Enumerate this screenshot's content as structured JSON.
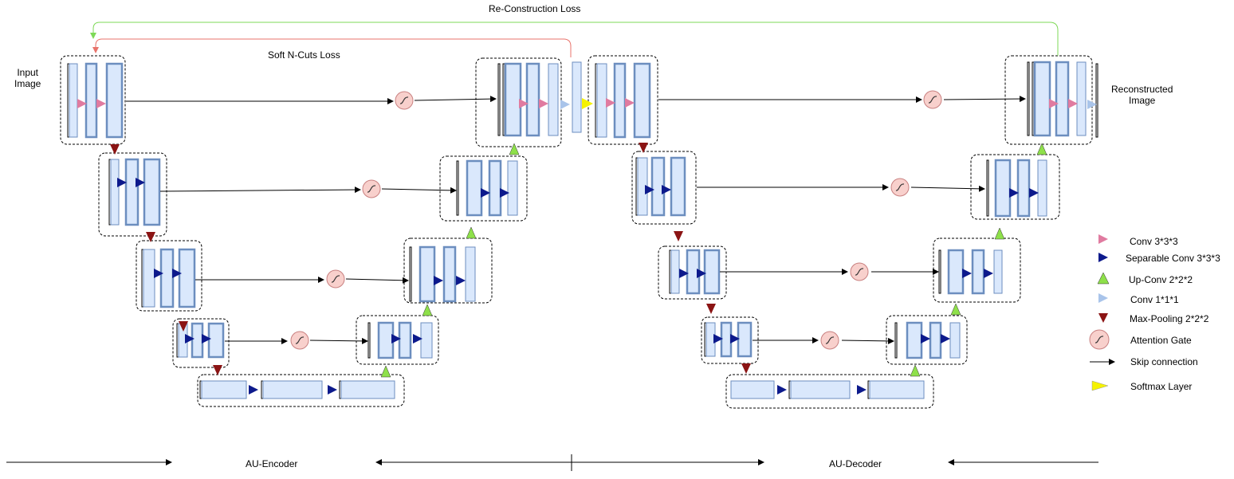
{
  "labels": {
    "reconstruction_loss": "Re-Construction Loss",
    "soft_ncuts_loss": "Soft N-Cuts Loss",
    "input_image_line1": "Input",
    "input_image_line2": "Image",
    "reconstructed_line1": "Reconstructed",
    "reconstructed_line2": "Image",
    "au_encoder": "AU-Encoder",
    "au_decoder": "AU-Decoder"
  },
  "legend": [
    {
      "label": "Conv 3*3*3",
      "marker": "triangle-right",
      "color": "#e07ba0"
    },
    {
      "label": "Separable Conv 3*3*3",
      "marker": "triangle-right",
      "color": "#0d1a8c"
    },
    {
      "label": "Up-Conv 2*2*2",
      "marker": "triangle-up",
      "color": "#8ee04a"
    },
    {
      "label": "Conv 1*1*1",
      "marker": "triangle-right",
      "color": "#a9c4ea"
    },
    {
      "label": "Max-Pooling 2*2*2",
      "marker": "triangle-down",
      "color": "#8b1414"
    },
    {
      "label": "Attention Gate",
      "marker": "circle-sigmoid",
      "color": "#f2c4c4"
    },
    {
      "label": "Skip connection",
      "marker": "arrow",
      "color": "#000000"
    },
    {
      "label": "Softmax Layer",
      "marker": "triangle-right",
      "color": "#f5f200"
    }
  ],
  "colors": {
    "block_fill": "#dae8fc",
    "block_stroke": "#6c8ebf",
    "reconstruction_arrow": "#7ed957",
    "ncuts_arrow": "#e8736b"
  }
}
